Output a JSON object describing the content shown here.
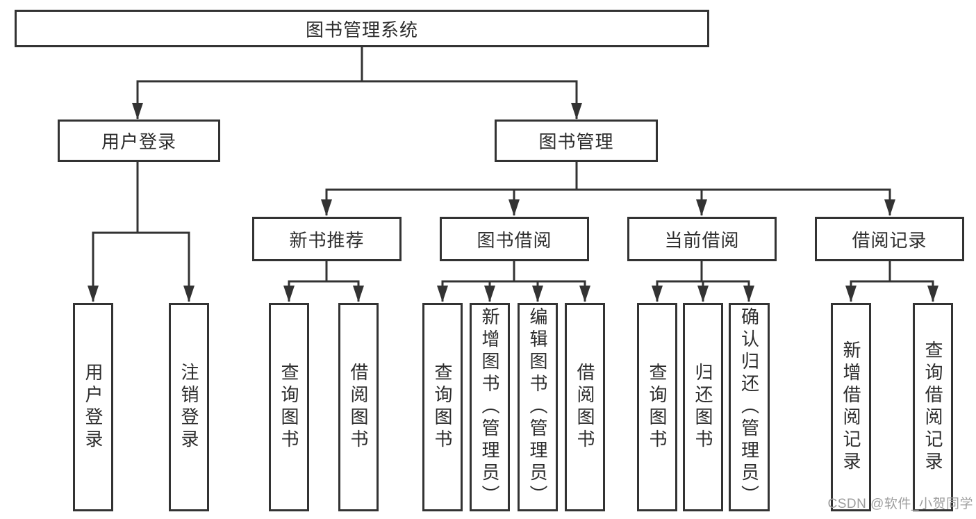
{
  "tree": {
    "root": {
      "label": "图书管理系统"
    },
    "branches": [
      {
        "label": "用户登录",
        "children": [
          {
            "label": "用户登录"
          },
          {
            "label": "注销登录"
          }
        ]
      },
      {
        "label": "图书管理",
        "children": [
          {
            "label": "新书推荐",
            "children": [
              {
                "label": "查询图书"
              },
              {
                "label": "借阅图书"
              }
            ]
          },
          {
            "label": "图书借阅",
            "children": [
              {
                "label": "查询图书"
              },
              {
                "label": "新增图书（管理员）"
              },
              {
                "label": "编辑图书（管理员）"
              },
              {
                "label": "借阅图书"
              }
            ]
          },
          {
            "label": "当前借阅",
            "children": [
              {
                "label": "查询图书"
              },
              {
                "label": "归还图书"
              },
              {
                "label": "确认归还（管理员）"
              }
            ]
          },
          {
            "label": "借阅记录",
            "children": [
              {
                "label": "新增借阅记录"
              },
              {
                "label": "查询借阅记录"
              }
            ]
          }
        ]
      }
    ]
  },
  "watermark": "CSDN @软件_小贺同学",
  "colors": {
    "line": "#333333",
    "text": "#2d2d2d",
    "watermark": "#9e9e9e",
    "background": "#ffffff"
  }
}
